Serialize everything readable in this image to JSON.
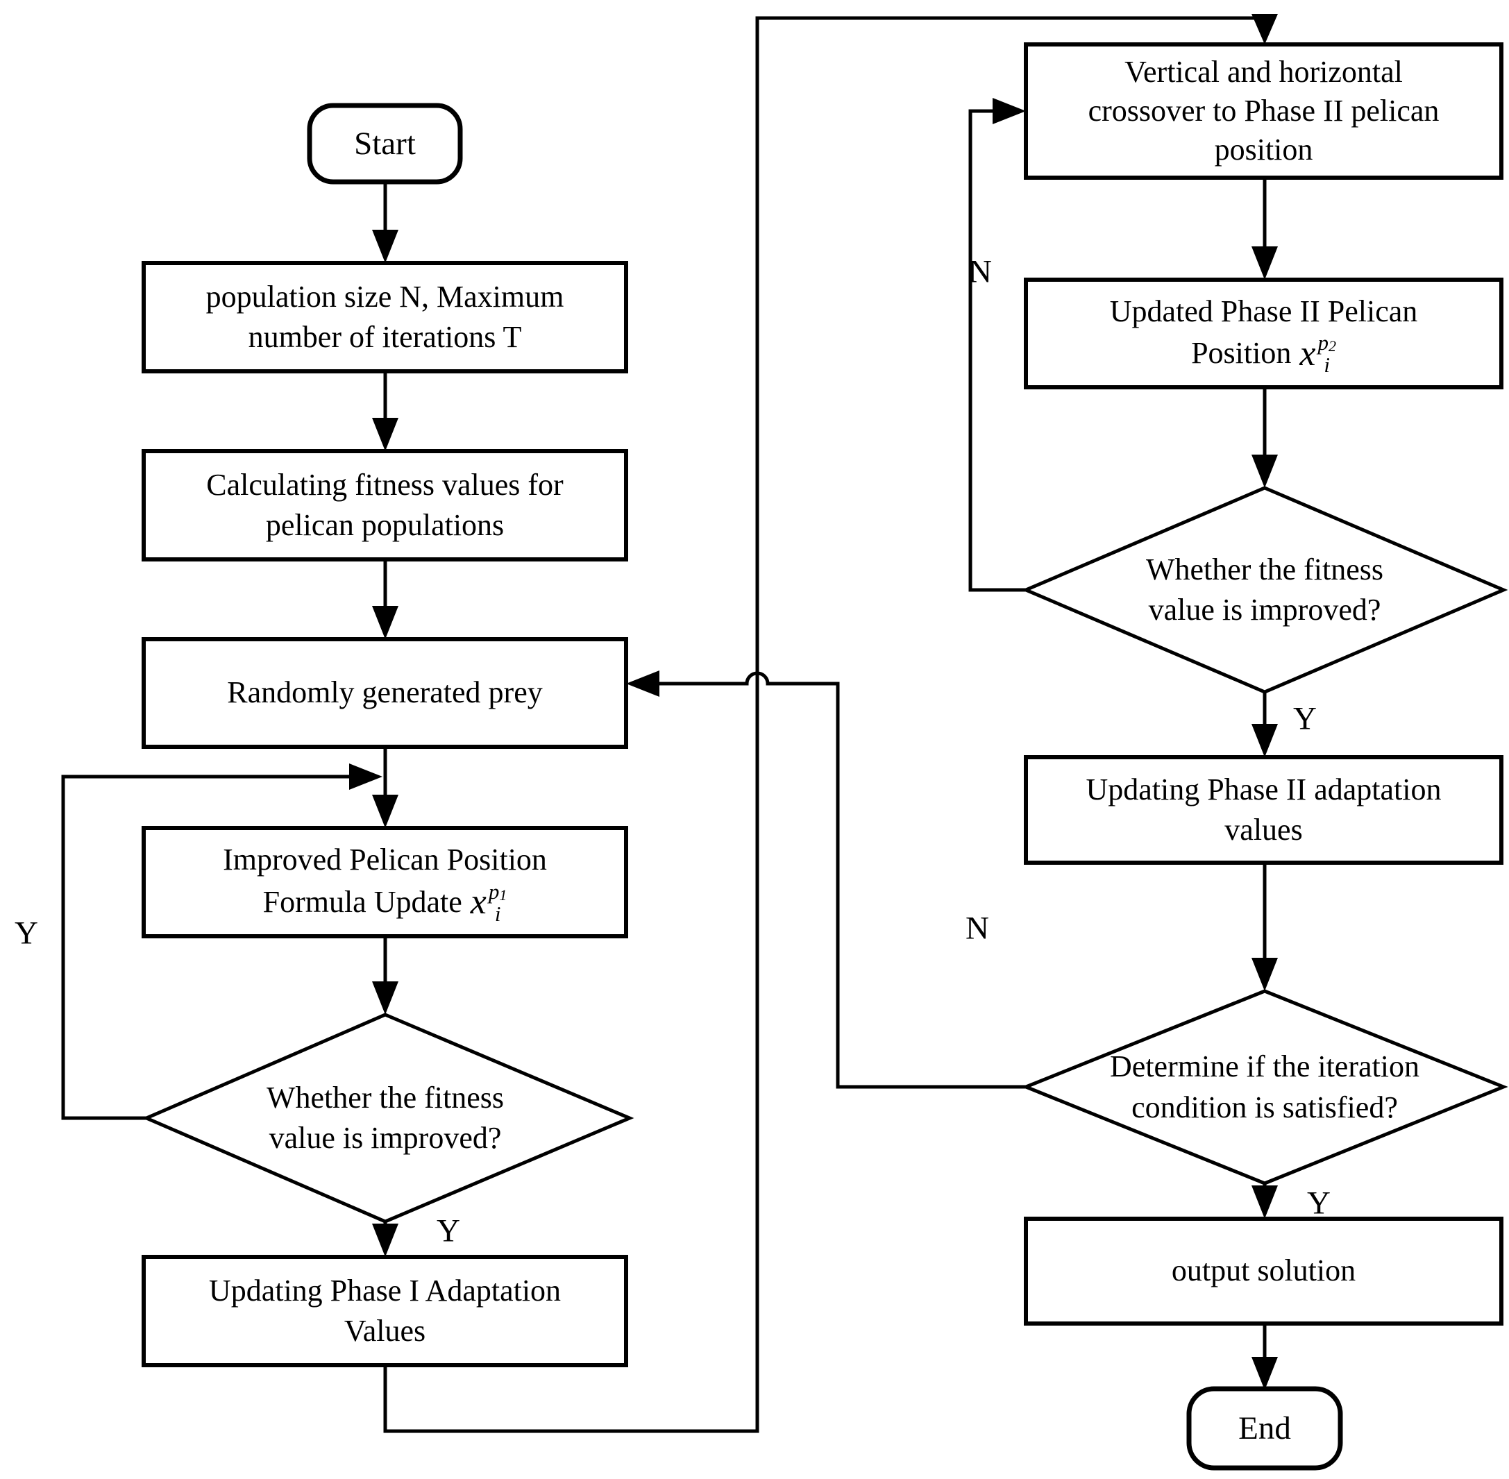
{
  "nodes": {
    "start": {
      "label": "Start"
    },
    "init": {
      "line1": "population size N, Maximum",
      "line2": "number of iterations T"
    },
    "fitness_calc": {
      "line1": "Calculating fitness values for",
      "line2": "pelican populations"
    },
    "prey": {
      "label": "Randomly generated prey"
    },
    "improved_position": {
      "line1": "Improved Pelican Position",
      "line2_prefix": "Formula Update",
      "formula": {
        "base": "x",
        "sup": "p",
        "sup_sub": "1",
        "sub": "i"
      }
    },
    "fitness_decision_1": {
      "line1": "Whether the fitness",
      "line2": "value is improved?"
    },
    "phase1_adaptation": {
      "line1": "Updating Phase I Adaptation",
      "line2": "Values"
    },
    "crossover": {
      "line1": "Vertical and horizontal",
      "line2": "crossover to Phase II pelican",
      "line3": "position"
    },
    "phase2_position": {
      "line1": "Updated Phase II Pelican",
      "line2_prefix": "Position",
      "formula": {
        "base": "x",
        "sup": "p",
        "sup_sub": "2",
        "sub": "i"
      }
    },
    "fitness_decision_2": {
      "line1": "Whether the fitness",
      "line2": "value is improved?"
    },
    "phase2_adaptation": {
      "line1": "Updating Phase II adaptation",
      "line2": "values"
    },
    "iteration_decision": {
      "line1": "Determine if the iteration",
      "line2": "condition is satisfied?"
    },
    "output": {
      "label": "output solution"
    },
    "end": {
      "label": "End"
    }
  },
  "edge_labels": {
    "left_loop_yes": "Y",
    "decision1_bottom_yes": "Y",
    "decision2_no": "N",
    "decision2_yes": "Y",
    "iteration_no": "N",
    "iteration_yes": "Y"
  },
  "colors": {
    "line": "#000000",
    "background": "#ffffff",
    "text": "#000000"
  }
}
